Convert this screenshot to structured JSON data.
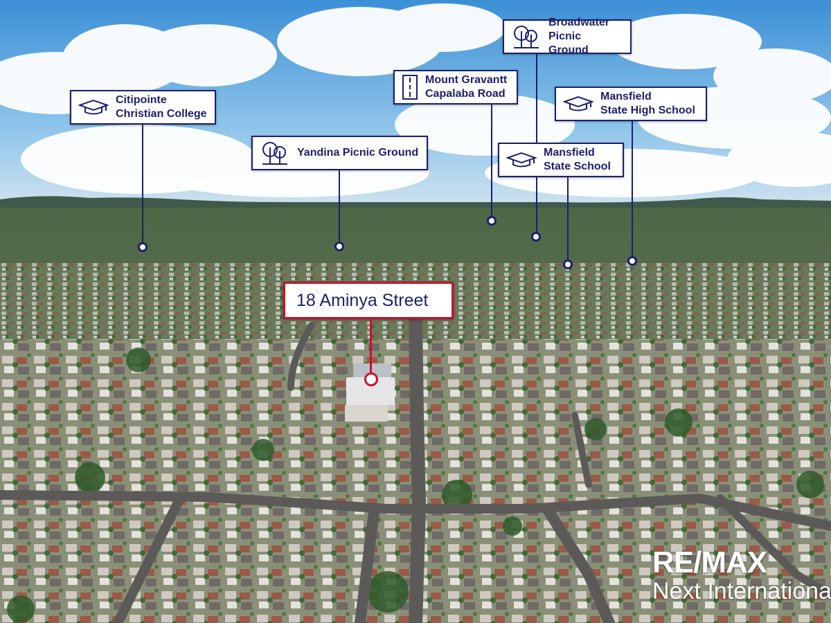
{
  "property": {
    "address": "18 Aminya Street"
  },
  "landmarks": [
    {
      "id": "citipointe",
      "lines": [
        "Citipointe",
        "Christian College"
      ],
      "icon": "graduation-cap-icon"
    },
    {
      "id": "yandina",
      "lines": [
        "Yandina Picnic Ground"
      ],
      "icon": "trees-icon"
    },
    {
      "id": "mount-gravatt",
      "lines": [
        "Mount Gravantt",
        "Capalaba Road"
      ],
      "icon": "road-icon"
    },
    {
      "id": "broadwater",
      "lines": [
        "Broadwater",
        "Picnic Ground"
      ],
      "icon": "trees-icon"
    },
    {
      "id": "mansfield-ss",
      "lines": [
        "Mansfield",
        "State School"
      ],
      "icon": "graduation-cap-icon"
    },
    {
      "id": "mansfield-shs",
      "lines": [
        "Mansfield",
        "State High School"
      ],
      "icon": "graduation-cap-icon"
    }
  ],
  "brand": {
    "name": "RE/MAX",
    "office": "Next International"
  },
  "colors": {
    "label_border": "#1b1f6b",
    "property_accent": "#c8102e",
    "sky": "#4a9fdc"
  }
}
